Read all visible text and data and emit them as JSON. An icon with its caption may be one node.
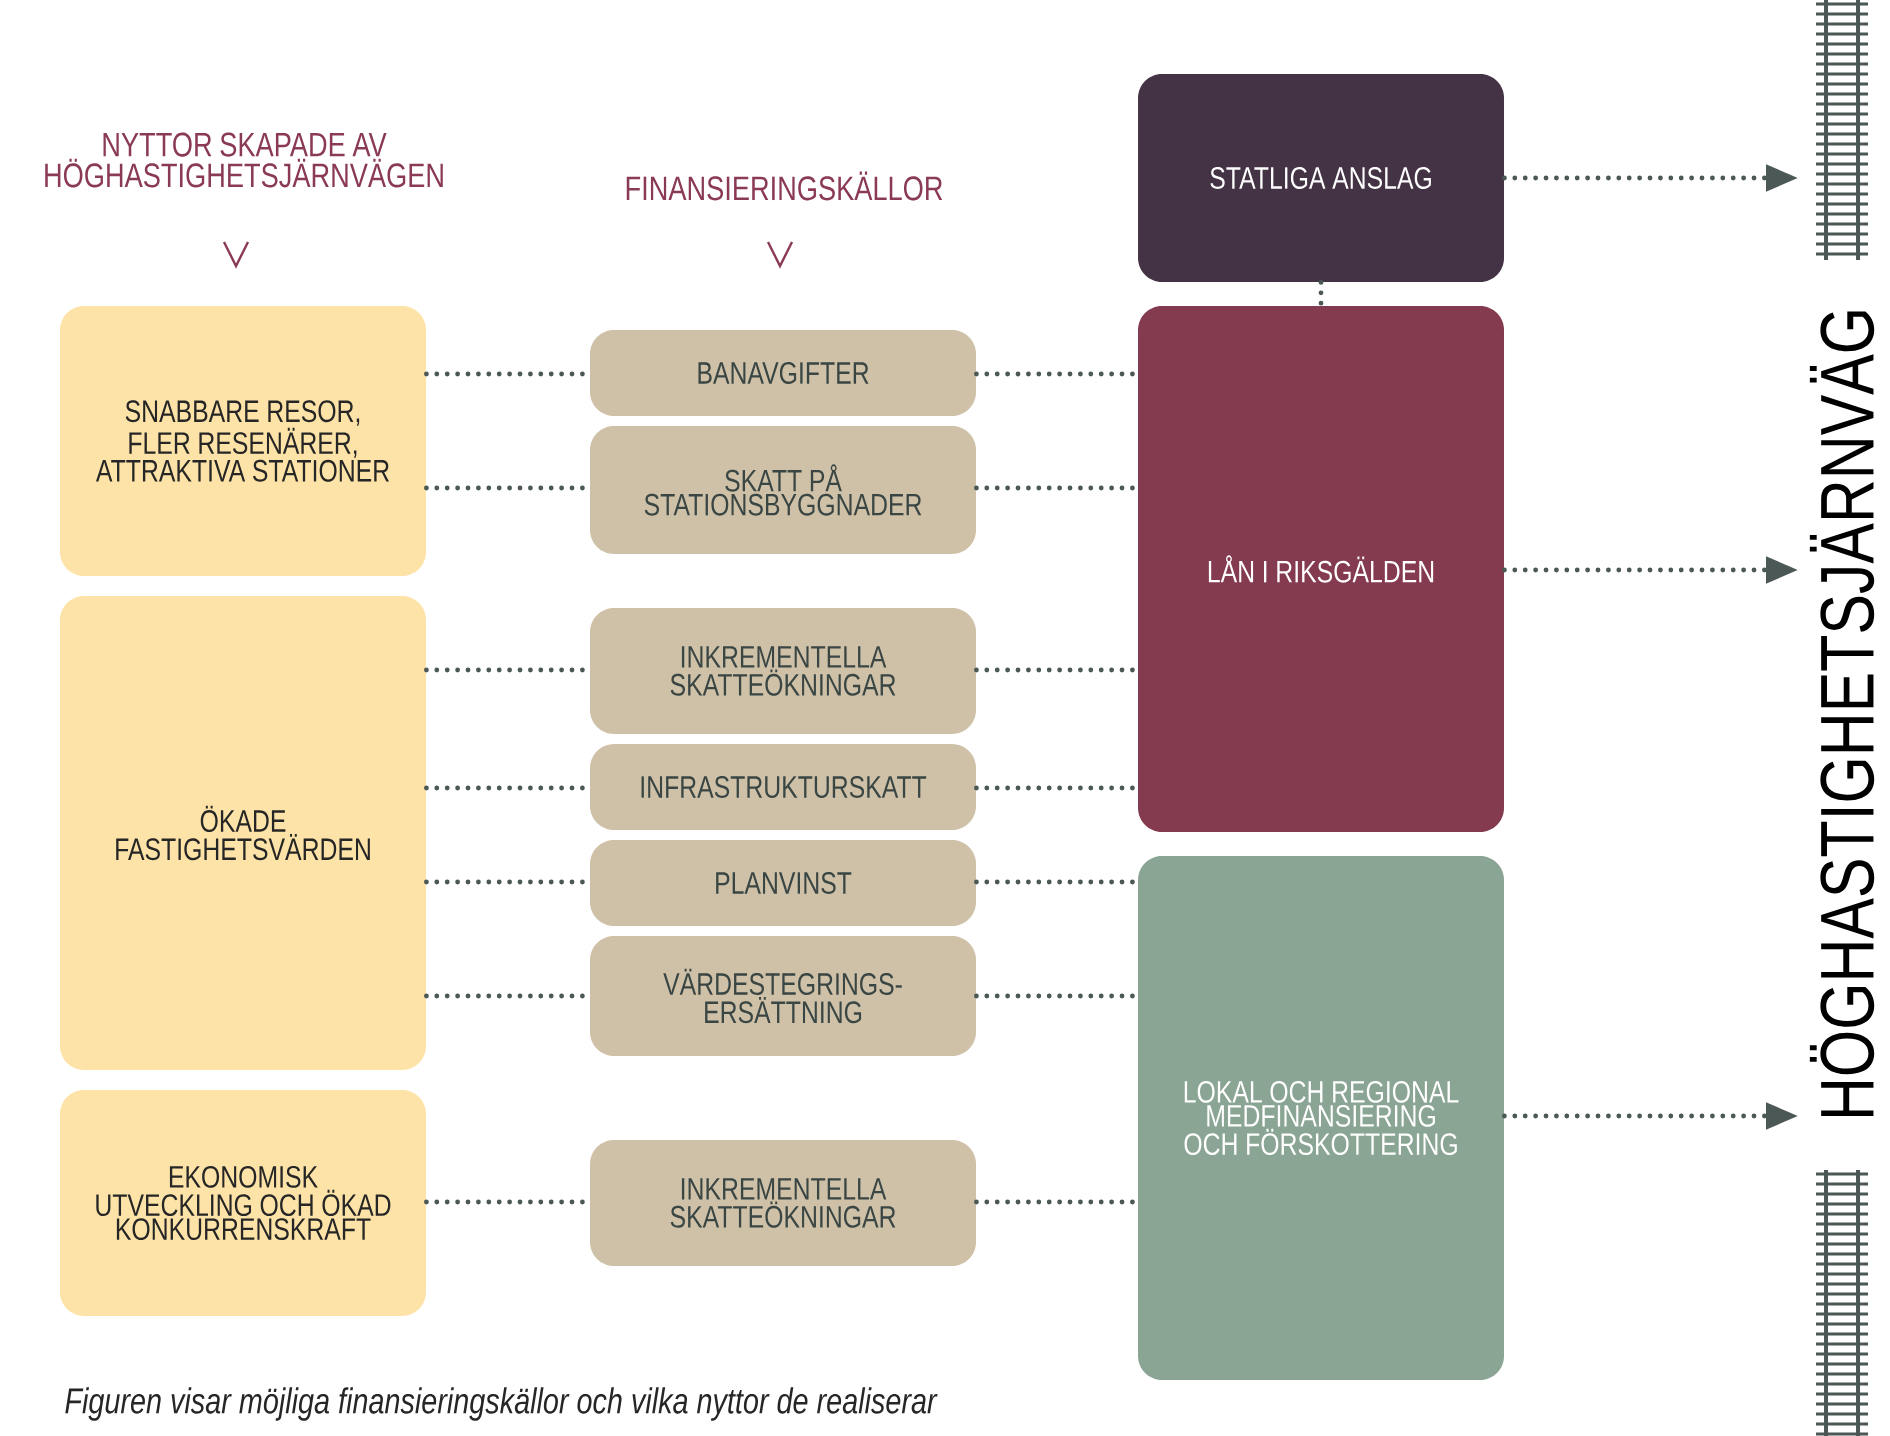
{
  "diagram": {
    "caption": "Figuren visar möjliga finansieringskällor och vilka nyttor de realiserar",
    "nodes": [
      {
        "text": [
          "SNABBARE RESOR, FLER RESENÄRER, ATTRAKTIVA STATIONER"
        ]
      },
      {
        "text": [
          "ÖKADE FASTIGHETSVÄRDEN"
        ]
      },
      {
        "text": [
          "EKONOMISK UTVECKLING OCH ÖKAD KONKURRENSKRAFT"
        ]
      },
      {
        "text": [
          "BANAVGIFTER"
        ]
      },
      {
        "text": [
          "SKATT PÅ STATIONSBYGGNADER"
        ]
      },
      {
        "text": [
          "INKREMENTELLA SKATTEÖKNINGAR"
        ]
      },
      {
        "text": [
          "INFRASTRUKTURSKATT"
        ]
      },
      {
        "text": [
          "PLANVINST"
        ]
      },
      {
        "text": [
          "VÄRDESTEGRINGS- ERSÄTTNING"
        ]
      },
      {
        "text": [
          "INKREMENTELLA SKATTEÖKNINGAR"
        ]
      },
      {
        "text": [
          "STATLIGA ANSLAG"
        ]
      },
      {
        "text": [
          "LÅN I RIKSGÄLDEN"
        ]
      },
      {
        "text": [
          "LOKAL OCH REGIONAL MEDFINANSIERING OCH FÖRSKOTTERING"
        ]
      },
      {
        "text": [
          "HÖGHASTIGHETSJÄRNVÄG"
        ]
      }
    ],
    "edges": [
      {
        "from": 0,
        "to": 3,
        "arrow": "none"
      },
      {
        "from": 0,
        "to": 4,
        "arrow": "none"
      },
      {
        "from": 1,
        "to": 5,
        "arrow": "none"
      },
      {
        "from": 1,
        "to": 6,
        "arrow": "none"
      },
      {
        "from": 1,
        "to": 7,
        "arrow": "none"
      },
      {
        "from": 1,
        "to": 8,
        "arrow": "none"
      },
      {
        "from": 2,
        "to": 9,
        "arrow": "none"
      },
      {
        "from": 3,
        "to": 11,
        "arrow": "none"
      },
      {
        "from": 4,
        "to": 11,
        "arrow": "none"
      },
      {
        "from": 5,
        "to": 11,
        "arrow": "none"
      },
      {
        "from": 6,
        "to": 11,
        "arrow": "none"
      },
      {
        "from": 7,
        "to": 12,
        "arrow": "none"
      },
      {
        "from": 8,
        "to": 12,
        "arrow": "none"
      },
      {
        "from": 9,
        "to": 12,
        "arrow": "none"
      },
      {
        "from": 10,
        "to": 11,
        "arrow": "none"
      },
      {
        "from": 10,
        "to": 13,
        "arrow": "to"
      },
      {
        "from": 11,
        "to": 13,
        "arrow": "to"
      },
      {
        "from": 12,
        "to": 13,
        "arrow": "to"
      }
    ],
    "labels": [
      "NYTTOR SKAPADE AV HÖGHASTIGHETSJÄRNVÄGEN",
      "FINANSIERINGSKÄLLOR"
    ]
  }
}
